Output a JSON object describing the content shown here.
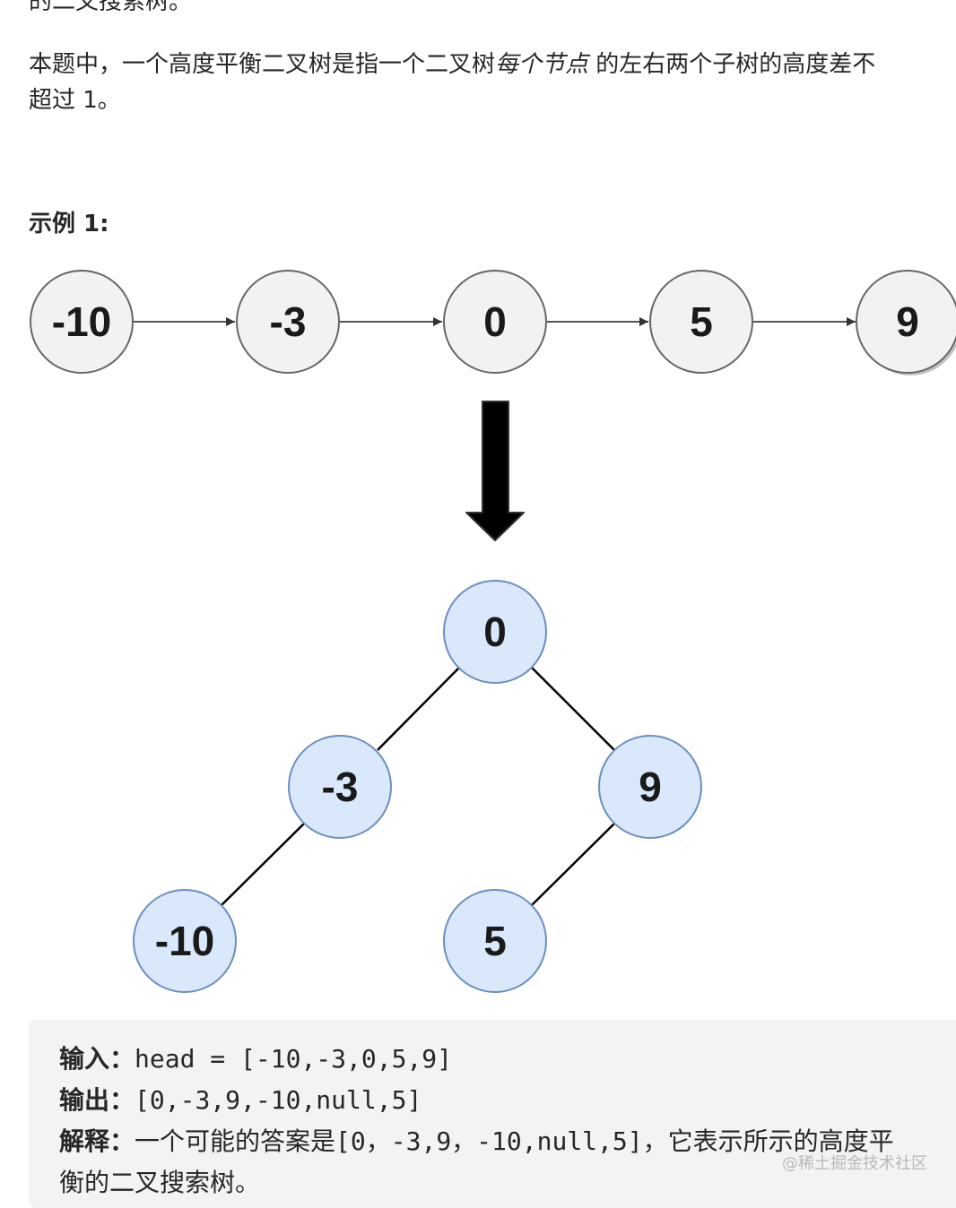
{
  "intro_tail": "的二叉搜索树。",
  "description": {
    "prefix": "本题中，一个高度平衡二叉树是指一个二叉树",
    "emphasis": "每个节点",
    "suffix": "的左右两个子树的高度差不",
    "line2": "超过 1。"
  },
  "example_title": "示例 1:",
  "linked_list": [
    "-10",
    "-3",
    "0",
    "5",
    "9"
  ],
  "tree_nodes": {
    "root": "0",
    "left": "-3",
    "right": "9",
    "left_left": "-10",
    "right_left": "5"
  },
  "colors": {
    "list_fill": "#f2f2f2",
    "list_stroke": "#666666",
    "tree_fill": "#dae8fc",
    "tree_stroke": "#6c8ebf",
    "arrow": "#000000"
  },
  "code": {
    "input_label": "输入：",
    "input_value": "head = [-10,-3,0,5,9]",
    "output_label": "输出：",
    "output_value": "[0,-3,9,-10,null,5]",
    "expl_label": "解释：",
    "expl_prefix": "一个可能的答案是",
    "expl_value": "[0，-3,9，-10,null,5]",
    "expl_suffix": "，它表示所示的高度平",
    "expl_line2": "衡的二叉搜索树。"
  },
  "watermark": "@稀土掘金技术社区"
}
